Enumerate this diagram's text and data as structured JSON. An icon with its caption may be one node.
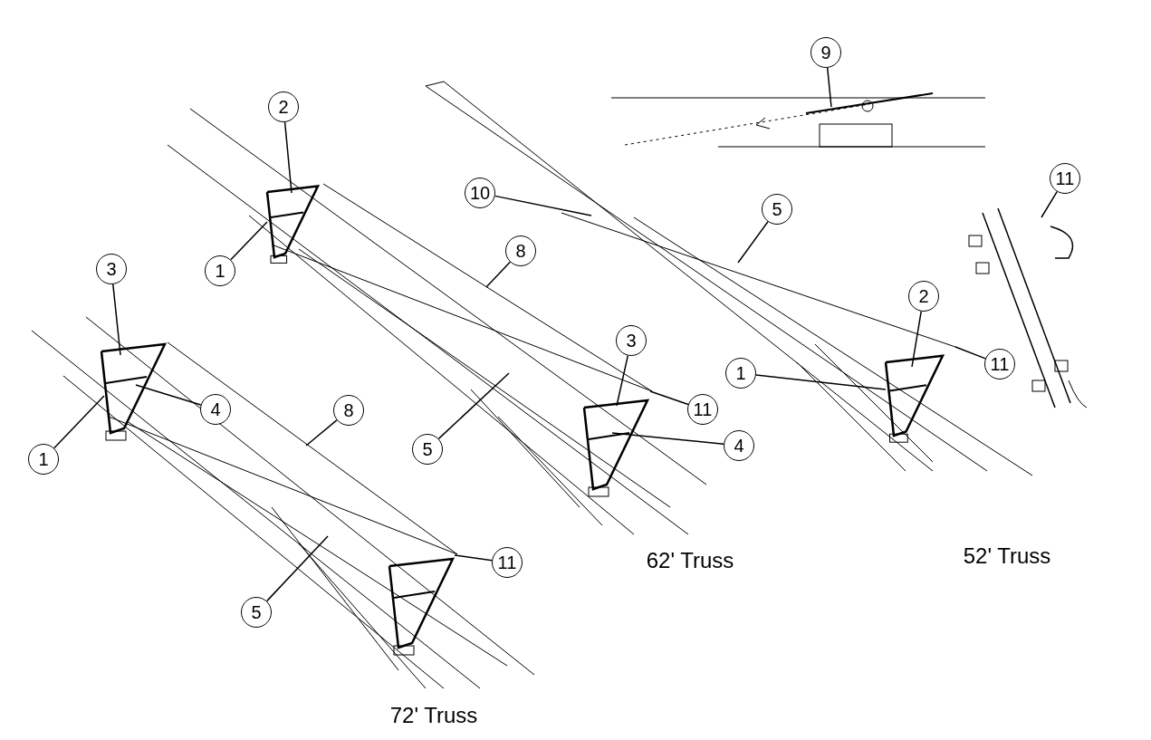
{
  "diagram": {
    "nodes": [
      {
        "text": [
          "2"
        ]
      },
      {
        "text": [
          "1"
        ]
      },
      {
        "text": [
          "3"
        ]
      },
      {
        "text": [
          "4"
        ]
      },
      {
        "text": [
          "1"
        ]
      },
      {
        "text": [
          "8"
        ]
      },
      {
        "text": [
          "5"
        ]
      },
      {
        "text": [
          "11"
        ]
      },
      {
        "text": [
          "10"
        ]
      },
      {
        "text": [
          "8"
        ]
      },
      {
        "text": [
          "3"
        ]
      },
      {
        "text": [
          "11"
        ]
      },
      {
        "text": [
          "4"
        ]
      },
      {
        "text": [
          "5"
        ]
      },
      {
        "text": [
          "9"
        ]
      },
      {
        "text": [
          "5"
        ]
      },
      {
        "text": [
          "11"
        ]
      },
      {
        "text": [
          "2"
        ]
      },
      {
        "text": [
          "1"
        ]
      },
      {
        "text": [
          "11"
        ]
      }
    ],
    "edges": [
      {
        "from": 0,
        "to": null,
        "arrow": "none"
      },
      {
        "from": 1,
        "to": null,
        "arrow": "none"
      },
      {
        "from": 2,
        "to": null,
        "arrow": "none"
      },
      {
        "from": 3,
        "to": null,
        "arrow": "none"
      },
      {
        "from": 4,
        "to": null,
        "arrow": "none"
      },
      {
        "from": 5,
        "to": null,
        "arrow": "none"
      },
      {
        "from": 6,
        "to": null,
        "arrow": "none"
      },
      {
        "from": 7,
        "to": null,
        "arrow": "none"
      },
      {
        "from": 8,
        "to": null,
        "arrow": "none"
      },
      {
        "from": 9,
        "to": null,
        "arrow": "none"
      },
      {
        "from": 10,
        "to": null,
        "arrow": "none"
      },
      {
        "from": 11,
        "to": null,
        "arrow": "none"
      },
      {
        "from": 12,
        "to": null,
        "arrow": "none"
      },
      {
        "from": 13,
        "to": null,
        "arrow": "none"
      },
      {
        "from": 14,
        "to": null,
        "arrow": "none"
      },
      {
        "from": 15,
        "to": null,
        "arrow": "none"
      },
      {
        "from": 16,
        "to": null,
        "arrow": "none"
      },
      {
        "from": 17,
        "to": null,
        "arrow": "none"
      },
      {
        "from": 18,
        "to": null,
        "arrow": "none"
      },
      {
        "from": 19,
        "to": null,
        "arrow": "none"
      }
    ],
    "labels": [
      "62' Truss",
      "52' Truss",
      "72' Truss"
    ]
  }
}
